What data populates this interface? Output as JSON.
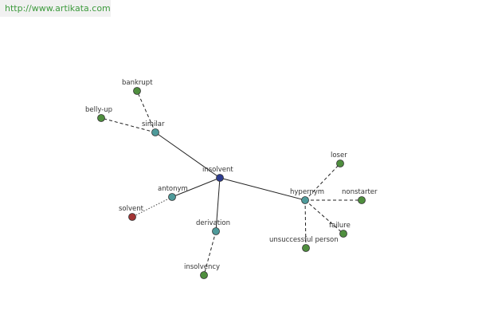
{
  "watermark": "http://www.artikata.com",
  "graph": {
    "center": {
      "label": "insolvent",
      "color": "#2e3c8f"
    },
    "relations": {
      "similar": "similar",
      "antonym": "antonym",
      "derivation": "derivation",
      "hypernym": "hypernym"
    },
    "leaves": {
      "bankrupt": "bankrupt",
      "belly_up": "belly-up",
      "solvent": "solvent",
      "insolvency": "insolvency",
      "loser": "loser",
      "nonstarter": "nonstarter",
      "failure": "failure",
      "unsuccessful_person": "unsuccessful person"
    },
    "colors": {
      "relation": "#4e9a9a",
      "leaf": "#4f8e3e",
      "antonym_leaf": "#a23434"
    }
  }
}
